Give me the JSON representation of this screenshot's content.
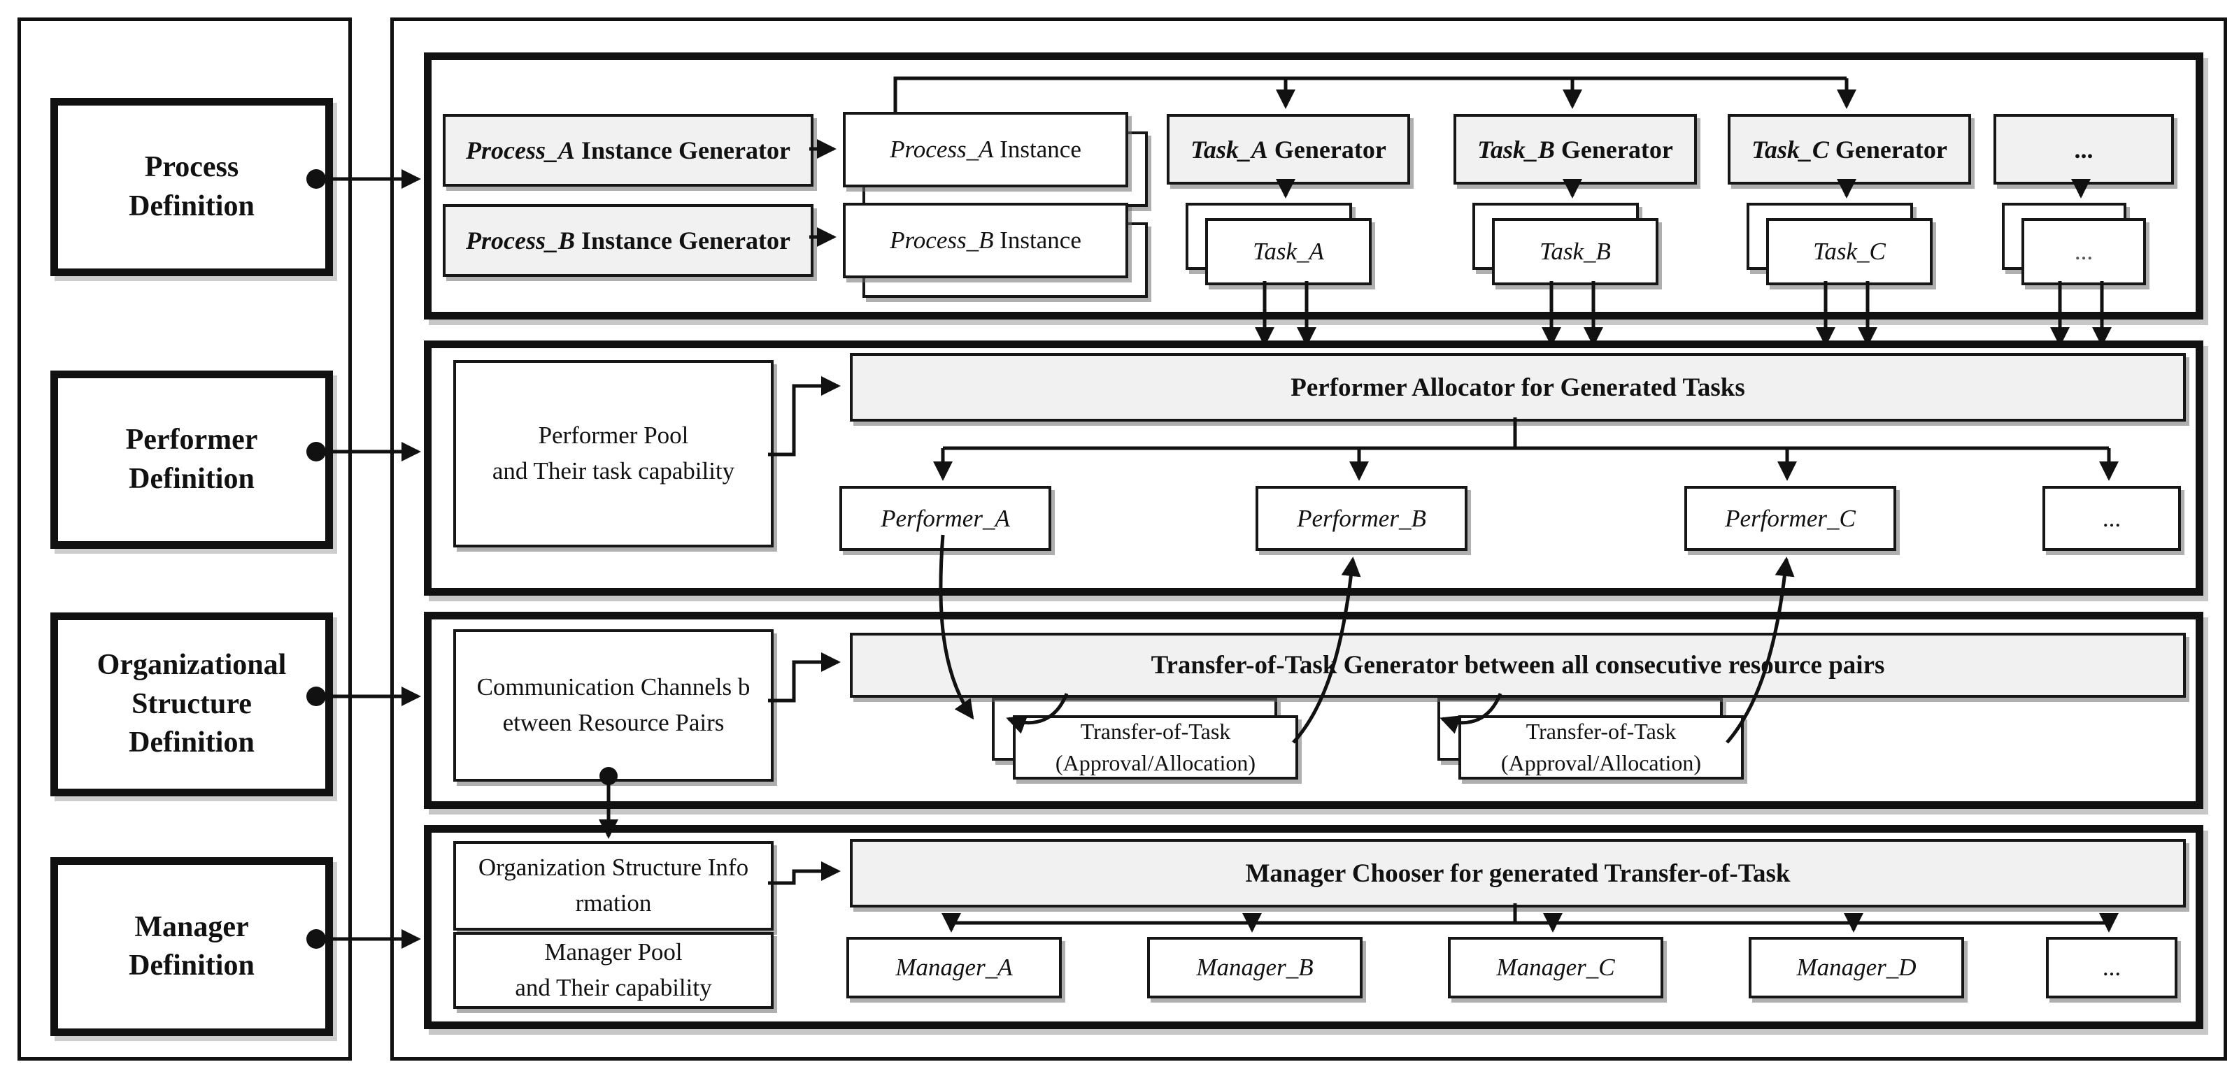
{
  "left_panel": {
    "boxes": [
      {
        "lines": [
          "Process",
          "Definition"
        ]
      },
      {
        "lines": [
          "Performer",
          "Definition"
        ]
      },
      {
        "lines": [
          "Organizational",
          "Structure",
          "Definition"
        ]
      },
      {
        "lines": [
          "Manager",
          "Definition"
        ]
      }
    ]
  },
  "process_section": {
    "instance_generators": [
      {
        "em": "Process_A",
        "rest": " Instance Generator"
      },
      {
        "em": "Process_B",
        "rest": " Instance Generator"
      }
    ],
    "instances": [
      {
        "em": "Process_A",
        "rest": " Instance"
      },
      {
        "em": "Process_B",
        "rest": " Instance"
      }
    ],
    "task_generators": [
      {
        "em": "Task_A",
        "rest": " Generator"
      },
      {
        "em": "Task_B",
        "rest": " Generator"
      },
      {
        "em": "Task_C",
        "rest": " Generator"
      },
      {
        "em": "...",
        "rest": ""
      }
    ],
    "tasks": [
      "Task_A",
      "Task_B",
      "Task_C",
      "..."
    ]
  },
  "performer_section": {
    "pool": {
      "lines": [
        "Performer Pool",
        "and Their task capability"
      ]
    },
    "allocator_title": "Performer Allocator for Generated Tasks",
    "performers": [
      "Performer_A",
      "Performer_B",
      "Performer_C",
      "..."
    ]
  },
  "org_section": {
    "channels": {
      "lines": [
        "Communication Channels b",
        "etween Resource Pairs"
      ]
    },
    "generator_title": "Transfer-of-Task Generator between all consecutive resource pairs",
    "transfers": [
      {
        "lines": [
          "Transfer-of-Task",
          "(Approval/Allocation)"
        ]
      },
      {
        "lines": [
          "Transfer-of-Task",
          "(Approval/Allocation)"
        ]
      }
    ]
  },
  "manager_section": {
    "org_info": {
      "lines": [
        "Organization Structure Info",
        "rmation"
      ]
    },
    "pool": {
      "lines": [
        "Manager Pool",
        "and Their capability"
      ]
    },
    "chooser_title": "Manager Chooser for generated Transfer-of-Task",
    "managers": [
      "Manager_A",
      "Manager_B",
      "Manager_C",
      "Manager_D",
      "..."
    ]
  },
  "colors": {
    "line": "#111111",
    "box_fill": "#f1f1f1",
    "background": "#ffffff"
  }
}
